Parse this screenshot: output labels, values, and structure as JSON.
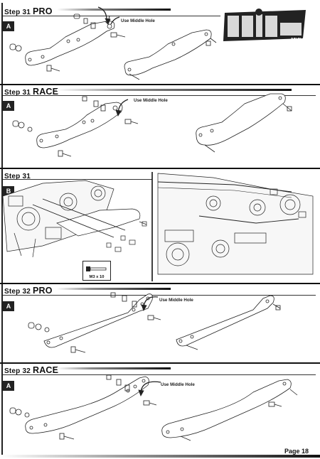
{
  "steps": [
    {
      "prefix": "Step 31",
      "suffix": "PRO",
      "badge": "A",
      "callout": "Use Middle Hole"
    },
    {
      "prefix": "Step 31",
      "suffix": "RACE",
      "badge": "A",
      "callout": "Use Middle Hole"
    },
    {
      "prefix": "Step 31",
      "suffix": "",
      "badge": "B",
      "screw_label": "M3 x 10"
    },
    {
      "prefix": "Step 32",
      "suffix": "PRO",
      "badge": "A",
      "callout": "Use Middle Hole"
    },
    {
      "prefix": "Step 32",
      "suffix": "RACE",
      "badge": "A",
      "callout": "Use Middle Hole"
    }
  ],
  "logo": {
    "text": "MI4LP"
  },
  "footer": {
    "page": "Page 18"
  }
}
